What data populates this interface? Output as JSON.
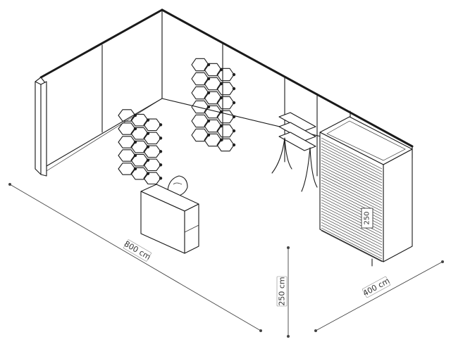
{
  "dimensions": {
    "length": "800 cm",
    "height": "250 cm",
    "depth": "400 cm",
    "cabinet_height": "250"
  }
}
